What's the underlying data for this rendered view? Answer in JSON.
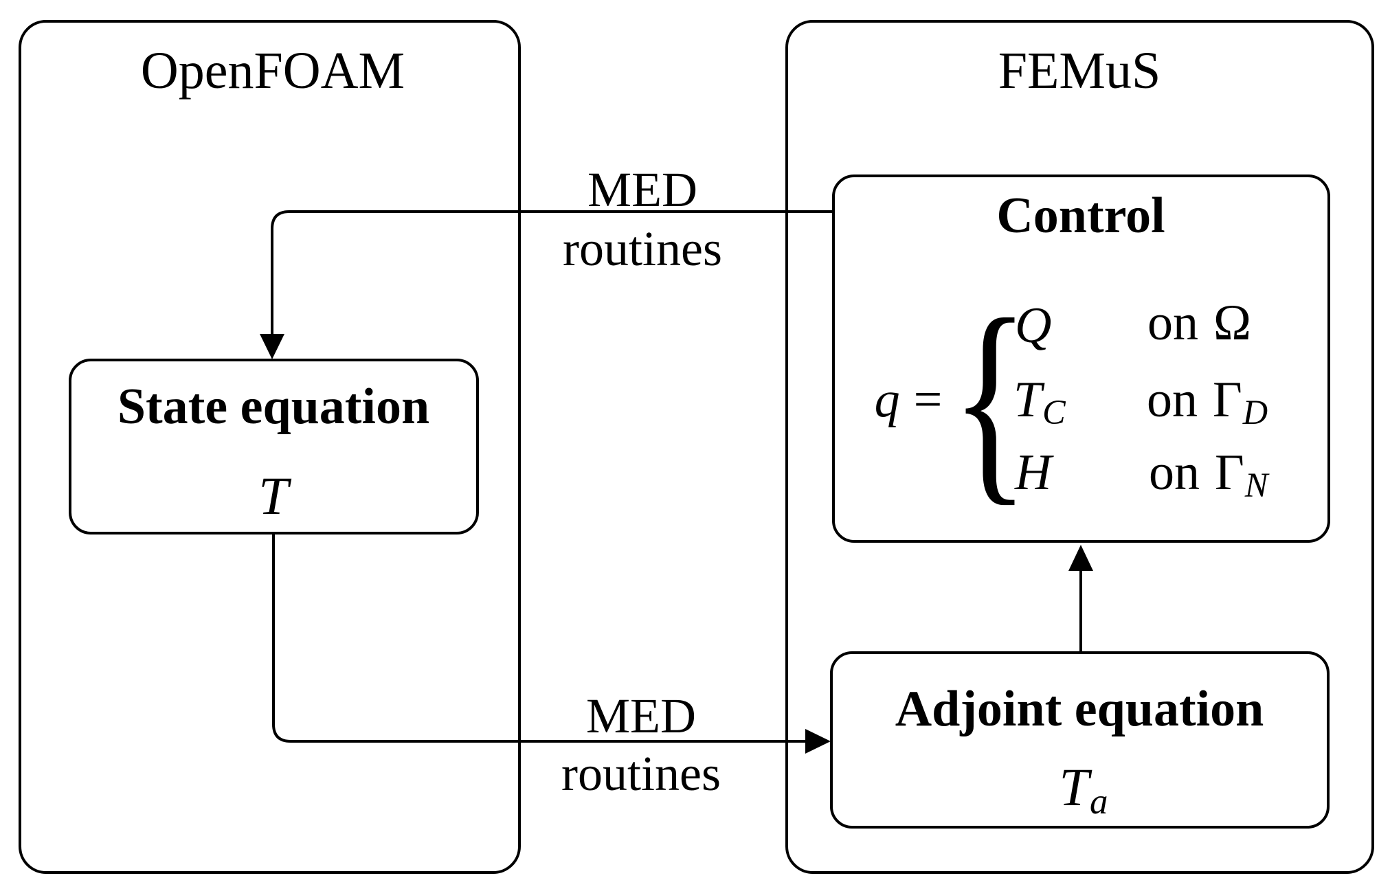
{
  "colors": {
    "ink": "#000000",
    "background": "#ffffff"
  },
  "openfoam": {
    "title": "OpenFOAM"
  },
  "femus": {
    "title": "FEMuS"
  },
  "state": {
    "title": "State equation",
    "symbol": "T"
  },
  "adjoint": {
    "title": "Adjoint equation",
    "symbol": "T",
    "symbol_sub": "a"
  },
  "control": {
    "title": "Control",
    "equation": {
      "lhs": "q",
      "equals": "=",
      "brace": "{",
      "rows": [
        {
          "value": "Q",
          "value_sub": "",
          "on": "on",
          "domain": "Ω",
          "domain_sub": ""
        },
        {
          "value": "T",
          "value_sub": "C",
          "on": "on",
          "domain": "Γ",
          "domain_sub": "D"
        },
        {
          "value": "H",
          "value_sub": "",
          "on": "on",
          "domain": "Γ",
          "domain_sub": "N"
        }
      ]
    }
  },
  "labels": {
    "top": {
      "line1": "MED",
      "line2": "routines"
    },
    "bottom": {
      "line1": "MED",
      "line2": "routines"
    }
  }
}
